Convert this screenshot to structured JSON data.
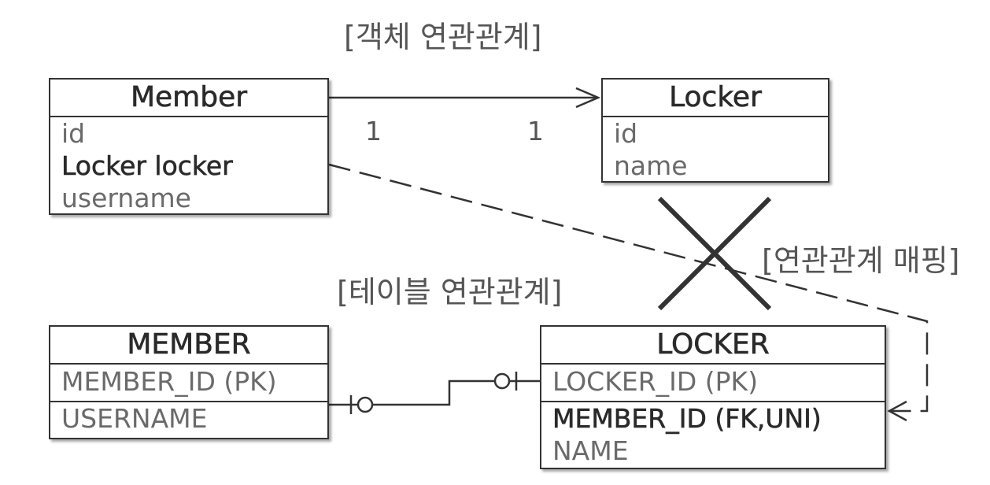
{
  "labels": {
    "object_relation": "[객체 연관관계]",
    "table_relation": "[테이블 연관관계]",
    "relation_mapping": "[연관관계 매핑]"
  },
  "member_entity": {
    "title": "Member",
    "fields": [
      {
        "text": "id",
        "bold": false
      },
      {
        "text": "Locker locker",
        "bold": true
      },
      {
        "text": "username",
        "bold": false
      }
    ]
  },
  "locker_entity": {
    "title": "Locker",
    "fields": [
      {
        "text": "id",
        "bold": false
      },
      {
        "text": "name",
        "bold": false
      }
    ]
  },
  "member_table": {
    "title": "MEMBER",
    "pk": "MEMBER_ID (PK)",
    "columns": [
      "USERNAME"
    ]
  },
  "locker_table": {
    "title": "LOCKER",
    "pk": "LOCKER_ID (PK)",
    "fk": "MEMBER_ID (FK,UNI)",
    "columns": [
      "NAME"
    ]
  },
  "association": {
    "left_multiplicity": "1",
    "right_multiplicity": "1"
  },
  "colors": {
    "line": "#333333",
    "muted_text": "#6a6a6a"
  }
}
